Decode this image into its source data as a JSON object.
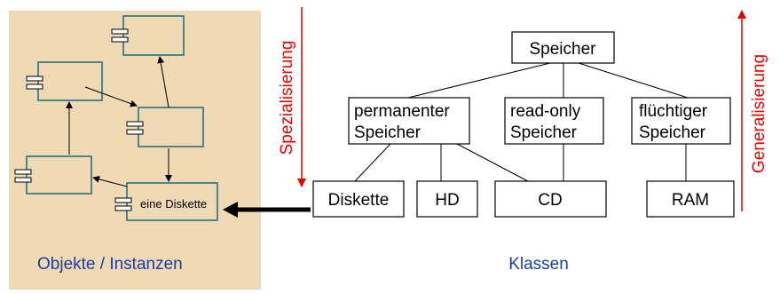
{
  "objects_panel": {
    "caption": "Objekte / Instanzen",
    "instance_label": "eine Diskette",
    "background_color": "#f0d9b5"
  },
  "hierarchy": {
    "root": "Speicher",
    "level1": [
      {
        "label_lines": [
          "permanenter",
          "Speicher"
        ]
      },
      {
        "label_lines": [
          "read-only",
          "Speicher"
        ]
      },
      {
        "label_lines": [
          "flüchtiger",
          "Speicher"
        ]
      }
    ],
    "level2": [
      "Diskette",
      "HD",
      "CD",
      "RAM"
    ],
    "caption": "Klassen"
  },
  "axes": {
    "specialization": "Spezialisierung",
    "generalization": "Generalisierung",
    "color": "#e60000"
  },
  "colors": {
    "caption_blue": "#1a3fa0",
    "object_border": "#1b6b78"
  }
}
